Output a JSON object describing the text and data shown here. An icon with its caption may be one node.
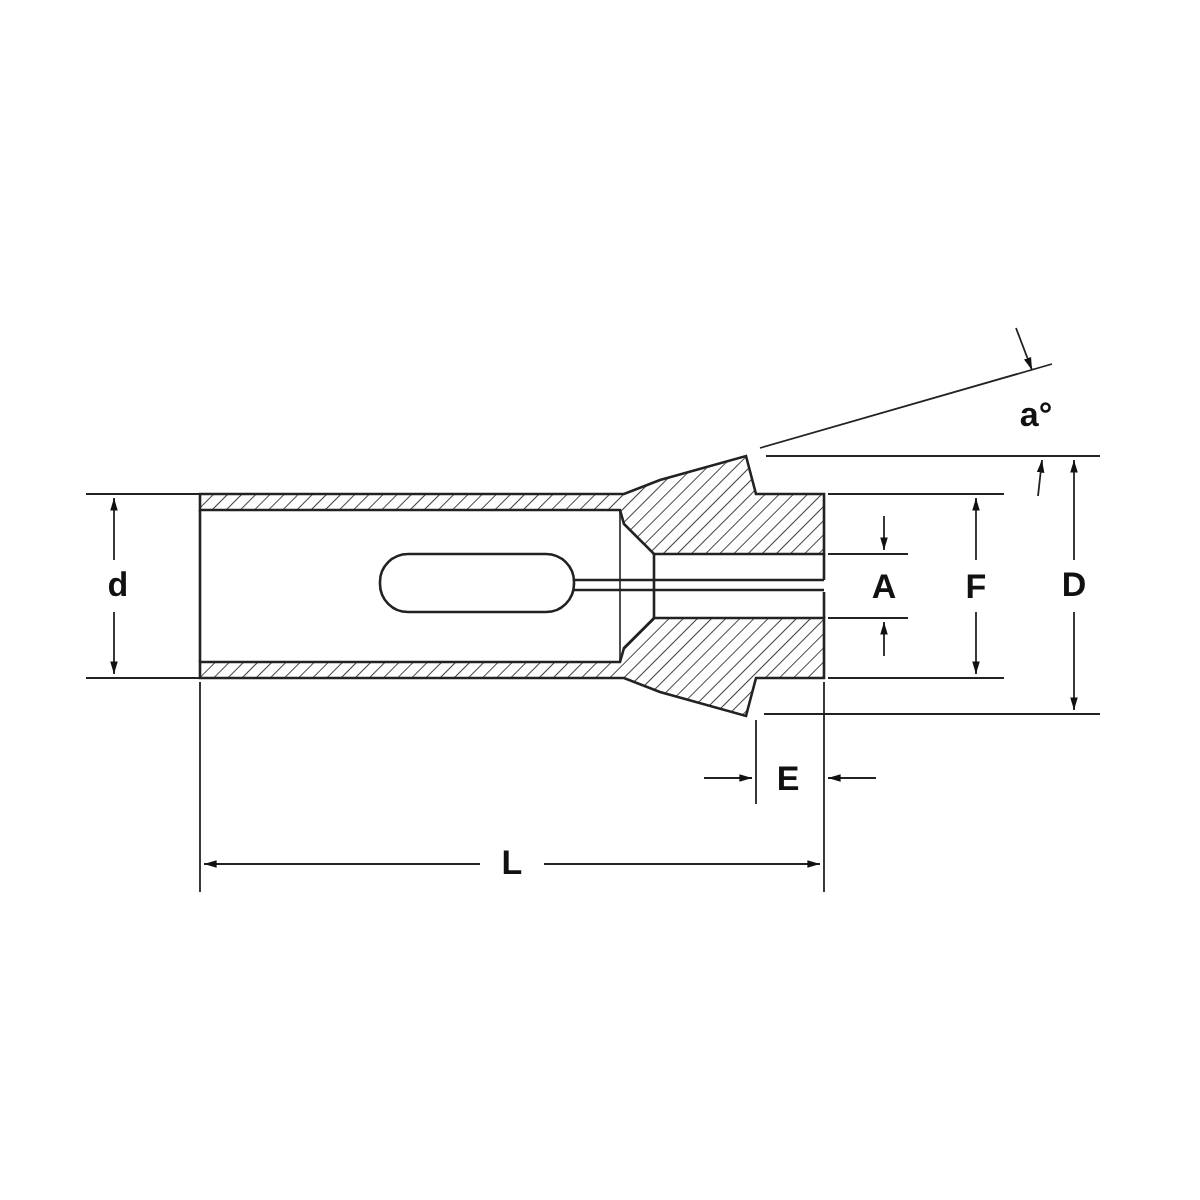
{
  "diagram": {
    "labels": [
      "a°",
      "d",
      "A",
      "F",
      "D",
      "E",
      "L"
    ]
  }
}
